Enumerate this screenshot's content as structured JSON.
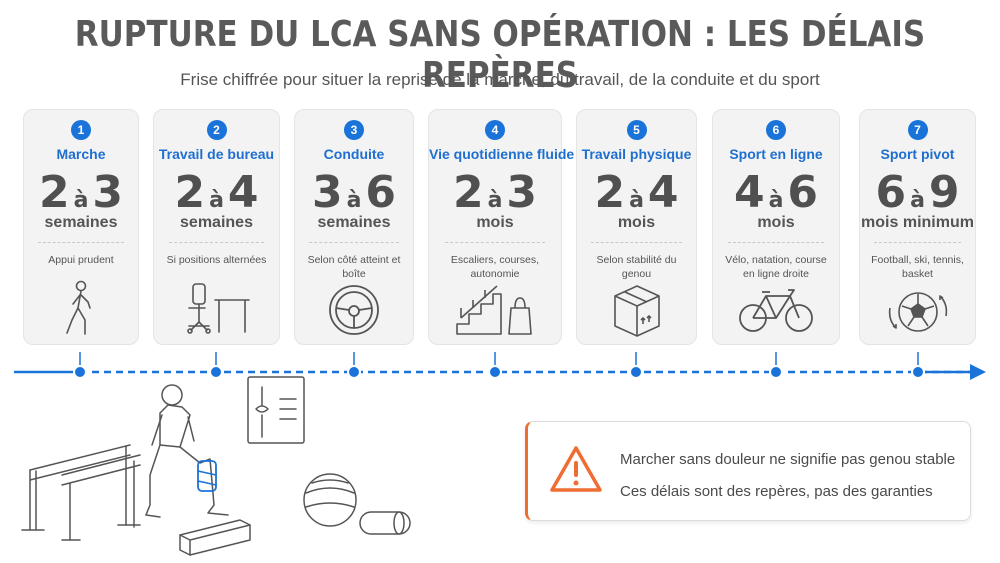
{
  "title": "RUPTURE DU LCA SANS OPÉRATION : LES DÉLAIS REPÈRES",
  "subtitle": "Frise chiffrée pour situer la reprise de la marche, du travail, de la conduite et du sport",
  "cards": [
    {
      "num": "1",
      "label": "Marche",
      "from": "2",
      "sep": "à",
      "to": "3",
      "unit": "semaines",
      "note": "Appui prudent",
      "icon": "walking-person-icon"
    },
    {
      "num": "2",
      "label": "Travail de bureau",
      "from": "2",
      "sep": "à",
      "to": "4",
      "unit": "semaines",
      "note": "Si positions alternées",
      "icon": "office-chair-desk-icon"
    },
    {
      "num": "3",
      "label": "Conduite",
      "from": "3",
      "sep": "à",
      "to": "6",
      "unit": "semaines",
      "note": "Selon côté atteint et boîte",
      "icon": "steering-wheel-icon"
    },
    {
      "num": "4",
      "label": "Vie quotidienne fluide",
      "from": "2",
      "sep": "à",
      "to": "3",
      "unit": "mois",
      "note": "Escaliers, courses, autonomie",
      "icon": "stairs-shopping-bag-icon"
    },
    {
      "num": "5",
      "label": "Travail physique",
      "from": "2",
      "sep": "à",
      "to": "4",
      "unit": "mois",
      "note": "Selon stabilité du genou",
      "icon": "box-icon"
    },
    {
      "num": "6",
      "label": "Sport en ligne",
      "from": "4",
      "sep": "à",
      "to": "6",
      "unit": "mois",
      "note": "Vélo, natation, course en ligne droite",
      "icon": "bicycle-icon"
    },
    {
      "num": "7",
      "label": "Sport pivot",
      "from": "6",
      "sep": "à",
      "to": "9",
      "unit": "mois minimum",
      "note": "Football, ski, tennis, basket",
      "icon": "soccer-ball-icon"
    }
  ],
  "warning": {
    "line1": "Marcher sans douleur ne signifie pas genou stable",
    "line2": "Ces délais sont des repères, pas des garanties",
    "icon": "warning-triangle-icon"
  },
  "colors": {
    "accent": "#1a73d9",
    "warning": "#ef6c32",
    "card_bg": "#f3f3f3"
  }
}
